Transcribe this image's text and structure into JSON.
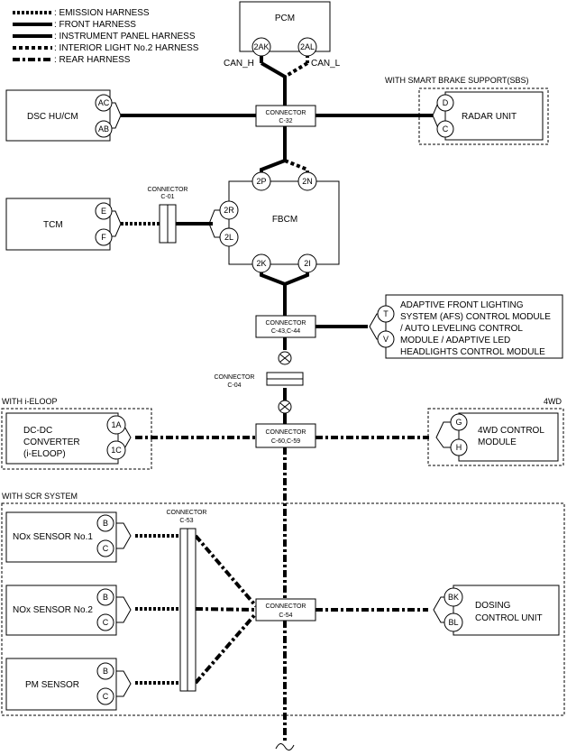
{
  "legend": [
    {
      "style": "emission",
      "label": ": EMISSION HARNESS"
    },
    {
      "style": "front",
      "label": ": FRONT HARNESS"
    },
    {
      "style": "ip",
      "label": ": INSTRUMENT PANEL HARNESS"
    },
    {
      "style": "interior",
      "label": ": INTERIOR LIGHT No.2 HARNESS"
    },
    {
      "style": "rear",
      "label": ": REAR HARNESS"
    }
  ],
  "modules": {
    "pcm": "PCM",
    "dsc": "DSC HU/CM",
    "radar": "RADAR UNIT",
    "tcm": "TCM",
    "fbcm": "FBCM",
    "afs": [
      "ADAPTIVE FRONT LIGHTING",
      "SYSTEM (AFS) CONTROL MODULE",
      "/ AUTO LEVELING CONTROL",
      "MODULE / ADAPTIVE LED",
      "HEADLIGHTS CONTROL MODULE"
    ],
    "dcdc": [
      "DC-DC",
      "CONVERTER",
      "(i-ELOOP)"
    ],
    "fourwd": [
      "4WD CONTROL",
      "MODULE"
    ],
    "nox1": "NOx SENSOR No.1",
    "nox2": "NOx SENSOR No.2",
    "pm": "PM SENSOR",
    "dosing": [
      "DOSING",
      "CONTROL UNIT"
    ]
  },
  "groups": {
    "sbs": "WITH SMART BRAKE SUPPORT(SBS)",
    "ieloop": "WITH i-ELOOP",
    "fourwd": "4WD",
    "scr": "WITH SCR SYSTEM"
  },
  "connectors": {
    "c32": [
      "CONNECTOR",
      "C-32"
    ],
    "c01": [
      "CONNECTOR",
      "C-01"
    ],
    "c43": [
      "CONNECTOR",
      "C-43,C-44"
    ],
    "c04": [
      "CONNECTOR",
      "C-04"
    ],
    "c60": [
      "CONNECTOR",
      "C-60,C-59"
    ],
    "c53": [
      "CONNECTOR",
      "C-53"
    ],
    "c54": [
      "CONNECTOR",
      "C-54"
    ]
  },
  "signals": {
    "can_h": "CAN_H",
    "can_l": "CAN_L"
  },
  "pins": {
    "pcm": [
      "2AK",
      "2AL"
    ],
    "dsc": [
      "AC",
      "AB"
    ],
    "radar": [
      "D",
      "C"
    ],
    "tcm": [
      "E",
      "F"
    ],
    "fbcm_top": [
      "2P",
      "2N"
    ],
    "fbcm_left": [
      "2R",
      "2L"
    ],
    "fbcm_bottom": [
      "2K",
      "2I"
    ],
    "afs": [
      "T",
      "V"
    ],
    "dcdc": [
      "1A",
      "1C"
    ],
    "fourwd": [
      "G",
      "H"
    ],
    "nox1": [
      "B",
      "C"
    ],
    "nox2": [
      "B",
      "C"
    ],
    "pm": [
      "B",
      "C"
    ],
    "dosing": [
      "BK",
      "BL"
    ]
  }
}
